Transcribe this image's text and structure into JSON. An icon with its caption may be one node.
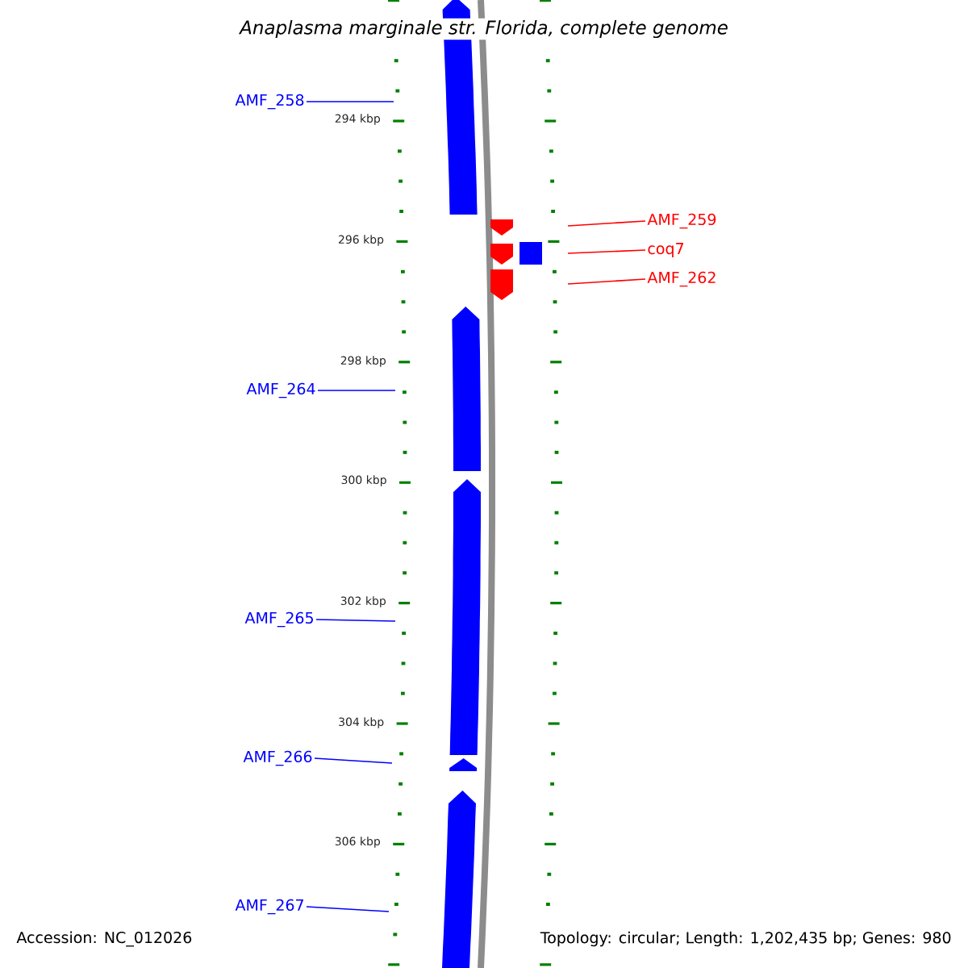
{
  "diagram": {
    "title": "Anaplasma marginale str. Florida, complete genome",
    "nodes": [
      {
        "text": [
          "AMF_258"
        ]
      },
      {
        "text": [
          "AMF_259"
        ]
      },
      {
        "text": [
          "coq7"
        ]
      },
      {
        "text": [
          "AMF_262"
        ]
      },
      {
        "text": [
          "AMF_264"
        ]
      },
      {
        "text": [
          "AMF_265"
        ]
      },
      {
        "text": [
          "AMF_266"
        ]
      },
      {
        "text": [
          "AMF_267"
        ]
      }
    ],
    "edges": [
      {
        "from": 0,
        "to": null,
        "arrow": "none"
      },
      {
        "from": 1,
        "to": null,
        "arrow": "none",
        "color": "#ff0000"
      },
      {
        "from": 2,
        "to": null,
        "arrow": "none",
        "color": "#ff0000"
      },
      {
        "from": 3,
        "to": null,
        "arrow": "none",
        "color": "#ff0000"
      },
      {
        "from": 4,
        "to": null,
        "arrow": "none"
      },
      {
        "from": 5,
        "to": null,
        "arrow": "none"
      },
      {
        "from": 6,
        "to": null,
        "arrow": "none"
      },
      {
        "from": 7,
        "to": null,
        "arrow": "none"
      }
    ],
    "labels": [
      "294 kbp",
      "296 kbp",
      "298 kbp",
      "300 kbp",
      "302 kbp",
      "304 kbp",
      "306 kbp",
      "Accession: NC_012026",
      "Topology: circular; Length: 1,202,435 bp; Genes: 980"
    ]
  }
}
